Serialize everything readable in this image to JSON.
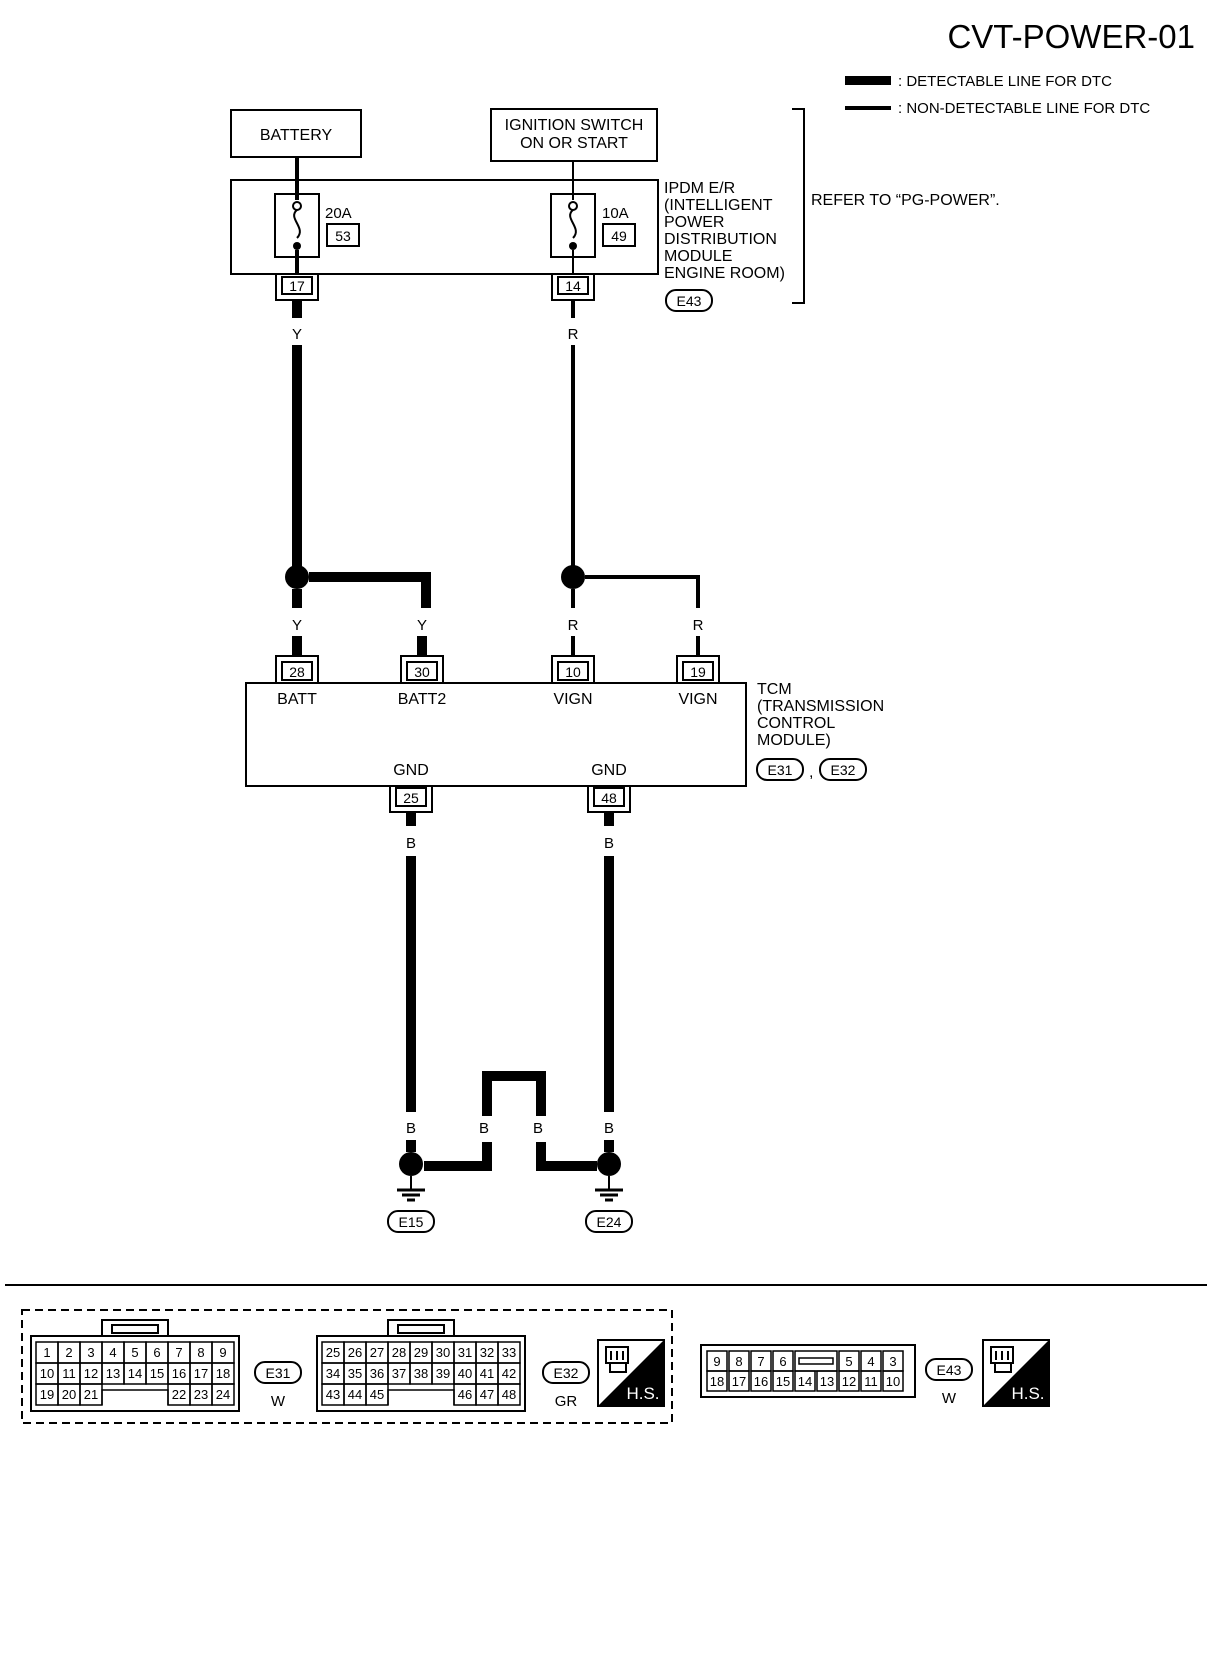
{
  "title": "CVT-POWER-01",
  "legend": {
    "detectable": ": DETECTABLE LINE FOR DTC",
    "non_detectable": ": NON-DETECTABLE LINE FOR DTC"
  },
  "battery": {
    "label": "BATTERY"
  },
  "ignition": {
    "line1": "IGNITION SWITCH",
    "line2": "ON OR START"
  },
  "ipdm": {
    "lines": [
      "IPDM E/R",
      "(INTELLIGENT",
      "POWER",
      "DISTRIBUTION",
      "MODULE",
      "ENGINE ROOM)"
    ],
    "connector": "E43",
    "refer": "REFER TO “PG-POWER”.",
    "fuse1": {
      "rating": "20A",
      "number": "53",
      "terminal": "17"
    },
    "fuse2": {
      "rating": "10A",
      "number": "49",
      "terminal": "14"
    }
  },
  "wires": {
    "yellow": "Y",
    "red": "R",
    "black": "B"
  },
  "tcm": {
    "lines": [
      "TCM",
      "(TRANSMISSION",
      "CONTROL",
      "MODULE)"
    ],
    "connector1": "E31",
    "sep": ",",
    "connector2": "E32",
    "pins": [
      {
        "number": "28",
        "label": "BATT"
      },
      {
        "number": "30",
        "label": "BATT2"
      },
      {
        "number": "10",
        "label": "VIGN"
      },
      {
        "number": "19",
        "label": "VIGN"
      }
    ],
    "gnd": [
      {
        "number": "25",
        "label": "GND"
      },
      {
        "number": "48",
        "label": "GND"
      }
    ]
  },
  "grounds": [
    "E15",
    "E24"
  ],
  "connectors": {
    "e31": {
      "id": "E31",
      "color": "W",
      "rows": [
        [
          "1",
          "2",
          "3",
          "4",
          "5",
          "6",
          "7",
          "8",
          "9"
        ],
        [
          "10",
          "11",
          "12",
          "13",
          "14",
          "15",
          "16",
          "17",
          "18"
        ],
        [
          "19",
          "20",
          "21",
          "",
          "",
          "",
          "22",
          "23",
          "24"
        ]
      ]
    },
    "e32": {
      "id": "E32",
      "color": "GR",
      "rows": [
        [
          "25",
          "26",
          "27",
          "28",
          "29",
          "30",
          "31",
          "32",
          "33"
        ],
        [
          "34",
          "35",
          "36",
          "37",
          "38",
          "39",
          "40",
          "41",
          "42"
        ],
        [
          "43",
          "44",
          "45",
          "",
          "",
          "",
          "46",
          "47",
          "48"
        ]
      ]
    },
    "e43": {
      "id": "E43",
      "color": "W",
      "rows": [
        [
          "9",
          "8",
          "7",
          "6",
          "",
          "5",
          "4",
          "3"
        ],
        [
          "18",
          "17",
          "16",
          "15",
          "14",
          "13",
          "12",
          "11",
          "10"
        ]
      ]
    },
    "hs": "H.S."
  }
}
